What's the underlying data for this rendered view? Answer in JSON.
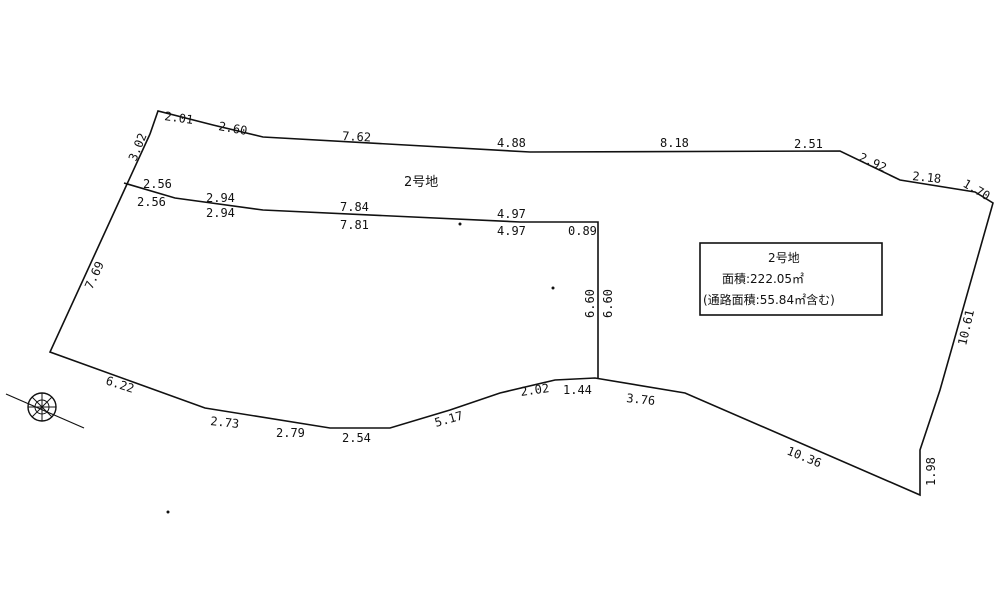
{
  "lot_label": "2号地",
  "info_box": {
    "title": "2号地",
    "area_line": "面積:222.05㎡",
    "road_line": "(通路面積:55.84㎡含む)"
  },
  "dimensions": {
    "top_01": "2.01",
    "top_02": "2.60",
    "top_03": "7.62",
    "top_04": "4.88",
    "top_05": "8.18",
    "top_06": "2.51",
    "top_07": "2.92",
    "top_08": "2.18",
    "top_09": "1.70",
    "left_top": "3.02",
    "left_side": "7.69",
    "inner_a1": "2.56",
    "inner_a2": "2.56",
    "inner_b1": "2.94",
    "inner_b2": "2.94",
    "inner_c1": "7.84",
    "inner_c2": "7.81",
    "inner_d1": "4.97",
    "inner_d2": "4.97",
    "inner_e": "0.89",
    "vert_1": "6.60",
    "vert_2": "6.60",
    "right_side": "10.61",
    "right_bottom": "1.98",
    "bot_01": "6.22",
    "bot_02": "2.73",
    "bot_03": "2.79",
    "bot_04": "2.54",
    "bot_05": "5.17",
    "bot_06": "2.02",
    "bot_07": "1.44",
    "bot_08": "3.76",
    "bot_09": "10.36"
  }
}
